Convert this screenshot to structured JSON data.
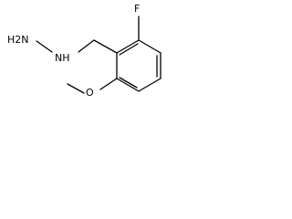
{
  "molecule": {
    "atoms": {
      "fluorine": "F",
      "hydrazine_terminal_n": "H2N",
      "hydrazine_nh": "NH",
      "methoxy_o": "O"
    },
    "bond_color": "#000000",
    "label_color": "#000000"
  }
}
